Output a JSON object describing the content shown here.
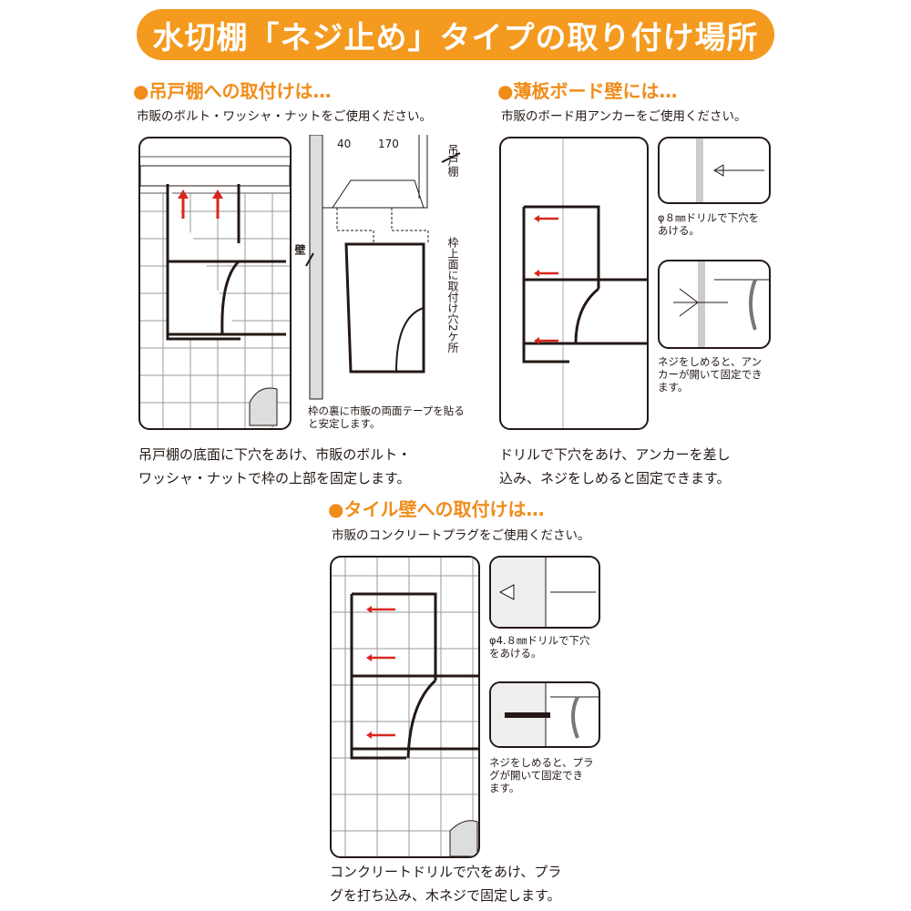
{
  "title": "水切棚「ネジ止め」タイプの取り付け場所",
  "section_cabinet": {
    "heading": "●吊戸棚への取付けは…",
    "subtitle": "市販のボルト・ワッシャ・ナットをご使用ください。",
    "dim_left": "40",
    "dim_right": "170",
    "label_cabinet": "吊戸棚",
    "label_wall": "壁",
    "label_holes": "枠上面に取付け穴2ケ所",
    "note_tape": "枠の裏に市販の両面テープを貼ると安定します。",
    "caption_line1": "吊戸棚の底面に下穴をあけ、市販のボルト・",
    "caption_line2": "ワッシャ・ナットで枠の上部を固定します。"
  },
  "section_board": {
    "heading": "●薄板ボード壁には…",
    "subtitle": "市販のボード用アンカーをご使用ください。",
    "step1_line1": "φ８㎜ドリルで下穴を",
    "step1_line2": "あける。",
    "step2_line1": "ネジをしめると、アン",
    "step2_line2": "カーが開いて固定でき",
    "step2_line3": "ます。",
    "caption_line1": "ドリルで下穴をあけ、アンカーを差し",
    "caption_line2": "込み、ネジをしめると固定できます。"
  },
  "section_tile": {
    "heading": "●タイル壁への取付けは…",
    "subtitle": "市販のコンクリートプラグをご使用ください。",
    "step1_line1": "φ4.８㎜ドリルで下穴",
    "step1_line2": "をあける。",
    "step2_line1": "ネジをしめると、プラ",
    "step2_line2": "グが開いて固定でき",
    "step2_line3": "ます。",
    "caption_line1": "コンクリートドリルで穴をあけ、プラ",
    "caption_line2": "グを打ち込み、木ネジで固定します。"
  },
  "colors": {
    "accent": "#f39a1f",
    "arrow": "#d9261c",
    "ink": "#231815"
  }
}
